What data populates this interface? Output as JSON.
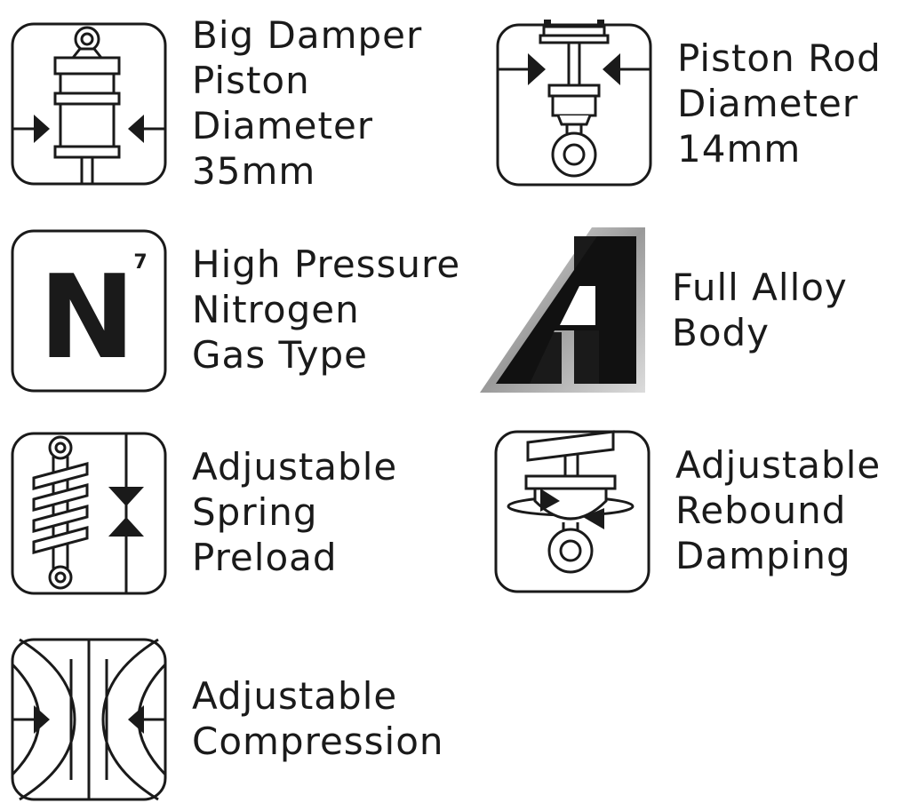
{
  "features": [
    {
      "icon": "piston-diameter-icon",
      "lines": [
        "Big Damper",
        "Piston",
        "Diameter",
        "35mm"
      ]
    },
    {
      "icon": "piston-rod-diameter-icon",
      "lines": [
        "Piston Rod",
        "Diameter",
        "14mm"
      ]
    },
    {
      "icon": "nitrogen-gas-icon",
      "lines": [
        "High Pressure",
        "Nitrogen",
        "Gas Type"
      ],
      "icon_text": [
        "N",
        "7"
      ]
    },
    {
      "icon": "alloy-body-icon",
      "lines": [
        "Full Alloy",
        "Body"
      ],
      "icon_text": [
        "A"
      ]
    },
    {
      "icon": "spring-preload-icon",
      "lines": [
        "Adjustable",
        "Spring",
        "Preload"
      ]
    },
    {
      "icon": "rebound-damping-icon",
      "lines": [
        "Adjustable",
        "Rebound",
        "Damping"
      ]
    },
    {
      "icon": "compression-icon",
      "lines": [
        "Adjustable",
        "Compression"
      ]
    }
  ]
}
